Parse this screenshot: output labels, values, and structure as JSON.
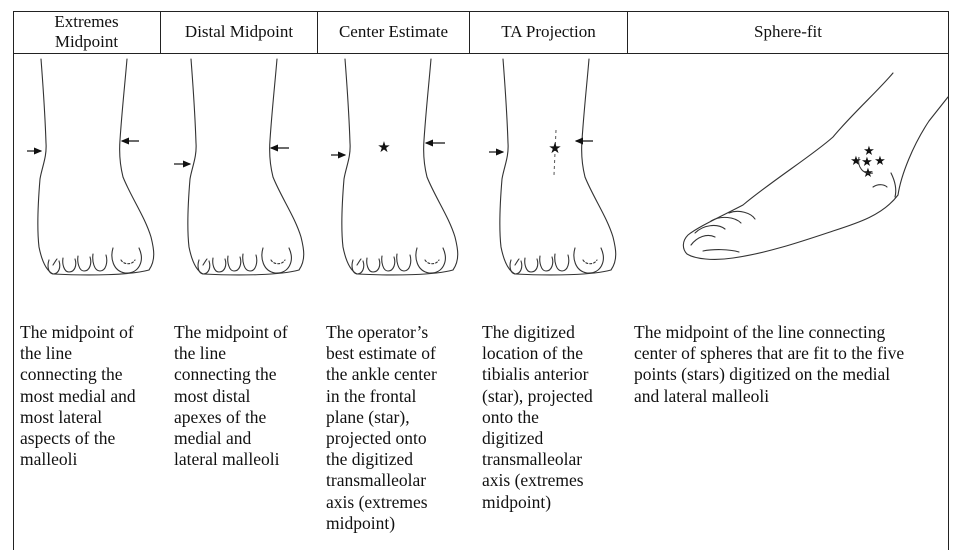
{
  "columns": [
    {
      "title": "Extremes\nMidpoint",
      "icon": "front-ankle-arrows-icon",
      "description": "The midpoint of\nthe line\nconnecting the\nmost medial and\nmost lateral\naspects of the\nmalleoli"
    },
    {
      "title": "Distal Midpoint",
      "icon": "front-ankle-arrows-icon",
      "description": "The midpoint of\nthe line\nconnecting the\nmost distal\napexes of the\nmedial and\nlateral malleoli"
    },
    {
      "title": "Center Estimate",
      "icon": "front-ankle-star-icon",
      "description": "The operator’s\nbest estimate of\nthe ankle center\nin the frontal\nplane (star),\nprojected onto\nthe digitized\ntransmalleolar\naxis (extremes\nmidpoint)"
    },
    {
      "title": "TA Projection",
      "icon": "front-ankle-tibialis-icon",
      "description": "The digitized\nlocation of the\ntibialis anterior\n(star), projected\nonto the\ndigitized\ntransmalleolar\naxis (extremes\nmidpoint)"
    },
    {
      "title": "Sphere-fit",
      "icon": "side-foot-stars-icon",
      "description": "The midpoint of the line connecting\ncenter of spheres that are fit to the five\npoints (stars) digitized on the medial\nand lateral malleoli"
    }
  ]
}
